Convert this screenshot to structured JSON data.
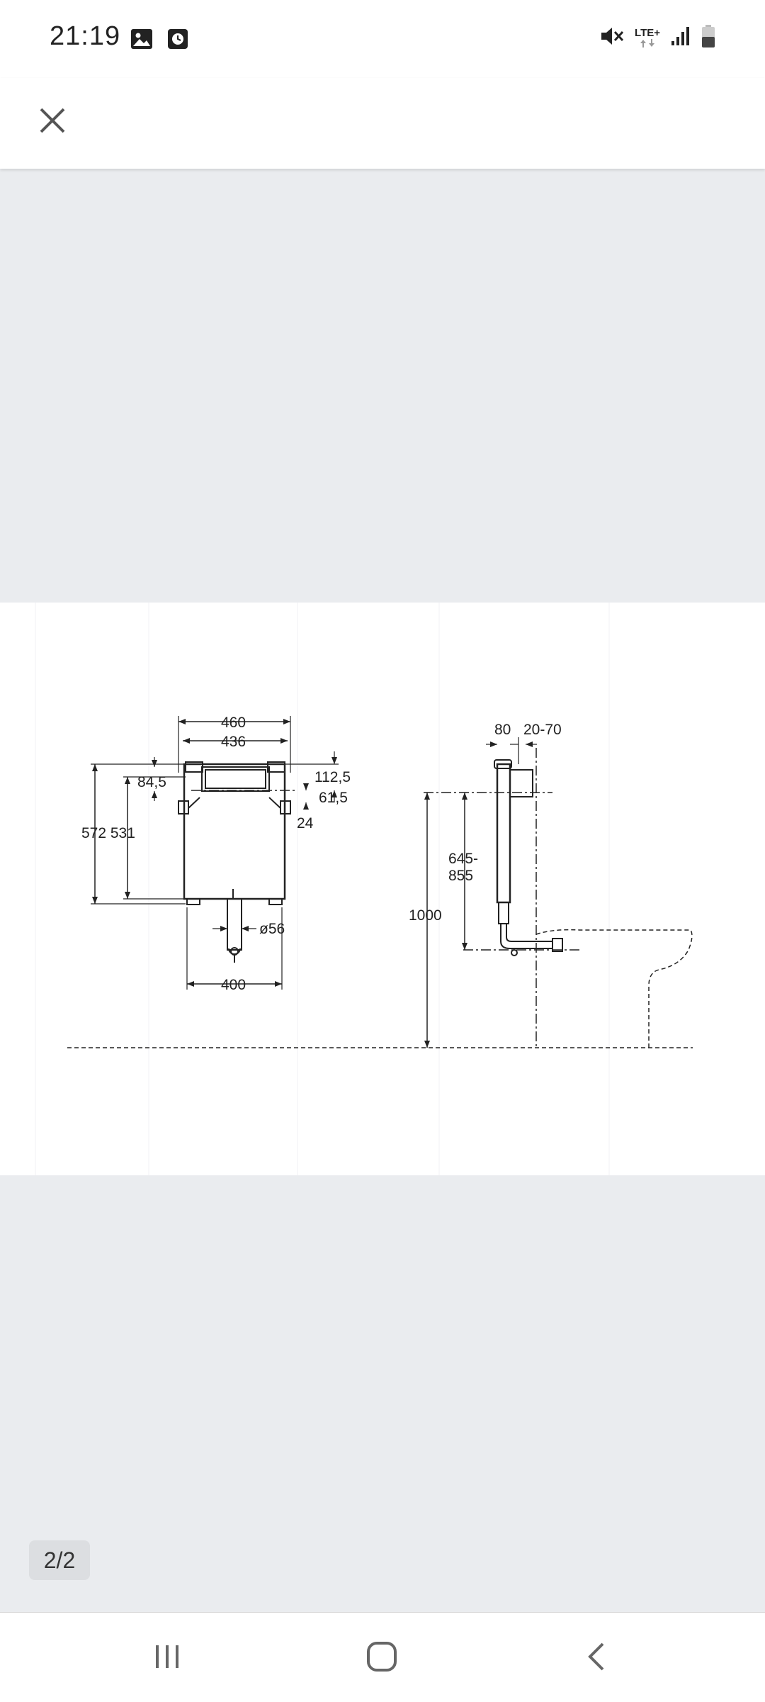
{
  "status_bar": {
    "time": "21:19",
    "network_label": "LTE+",
    "left_icons": [
      "gallery-icon",
      "clock-notification-icon"
    ],
    "right_icons": [
      "mute-icon",
      "lte-data-icon",
      "signal-icon",
      "battery-icon"
    ]
  },
  "toolbar": {
    "close_icon": "close-icon"
  },
  "viewer": {
    "page_counter": "2/2",
    "background_color": "#eaecef"
  },
  "drawing": {
    "front_view": {
      "width_outer": "460",
      "width_inner": "436",
      "dim_84_5": "84,5",
      "dim_112_5": "112,5",
      "dim_61_5": "61,5",
      "dim_24": "24",
      "height_572_531": "572 531",
      "pipe_diameter": "ø56",
      "width_base": "400"
    },
    "side_view": {
      "dim_80": "80",
      "dim_20_70": "20-70",
      "dim_645_855_top": "645-",
      "dim_645_855_bottom": "855",
      "height_1000": "1000"
    }
  },
  "nav_bar": {
    "recents_icon": "recents-icon",
    "home_icon": "home-icon",
    "back_icon": "back-icon"
  }
}
